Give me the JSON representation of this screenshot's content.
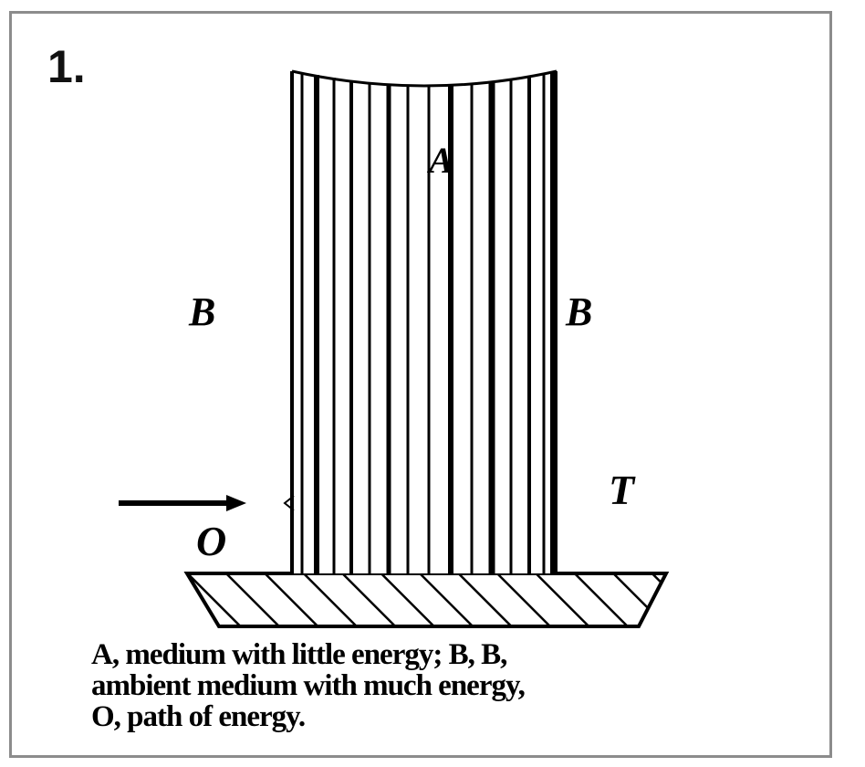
{
  "figure": {
    "number": "1.",
    "labels": {
      "a": "A",
      "b_left": "B",
      "b_right": "B",
      "t": "T",
      "o": "O"
    },
    "caption_lines": [
      "A, medium with little energy;  B, B,",
      "ambient medium with much energy,",
      "O, path of energy."
    ]
  },
  "colors": {
    "ink": "#000000",
    "frame": "#8c8c8c",
    "background": "#ffffff"
  }
}
